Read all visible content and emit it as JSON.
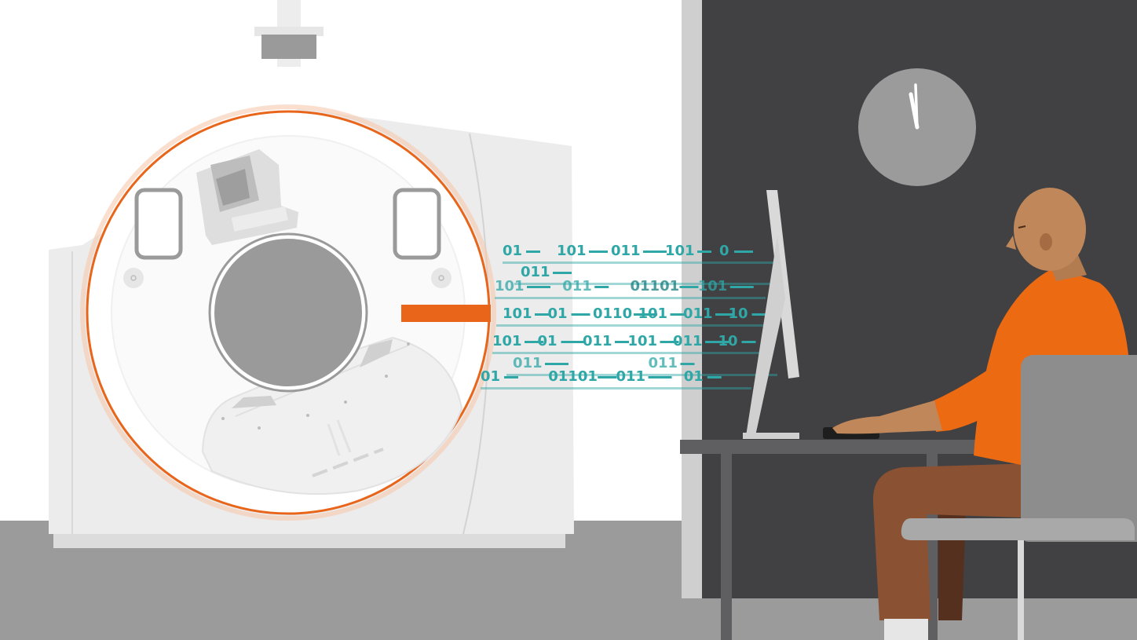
{
  "colors": {
    "wall_left": "#ffffff",
    "wall_right": "#414042",
    "floor": "#9b9b9b",
    "scanner_body": "#ececec",
    "scanner_ring": "#e8651a",
    "bore": "#9a9a9a",
    "data_teal": "#2fa7a6",
    "data_teal_dark": "#137b7d",
    "shirt": "#ec6a12",
    "skin": "#c0875a",
    "pants": "#8a5133",
    "chair": "#8d8d8d",
    "desk": "#5f5e60",
    "clock": "#9b9b9b"
  },
  "data_stream": {
    "rows": [
      [
        "01",
        "101",
        "011",
        "101",
        "0"
      ],
      [
        "011"
      ],
      [
        "101",
        "011",
        "01101",
        "101"
      ],
      [
        "101",
        "01",
        "0110",
        "101",
        "011",
        "10"
      ],
      [
        "101",
        "01",
        "011",
        "101",
        "011",
        "10"
      ],
      [
        "011",
        "011"
      ],
      [
        "01",
        "01101",
        "011",
        "01"
      ]
    ]
  }
}
